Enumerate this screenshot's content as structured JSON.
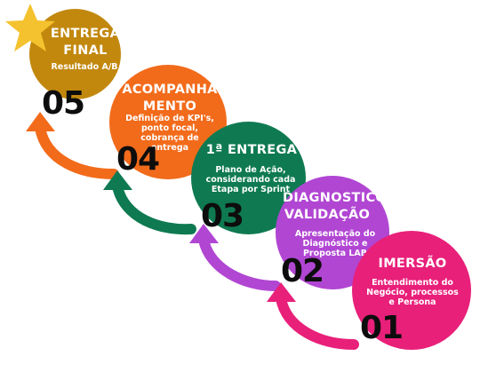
{
  "colors": {
    "step01": "#e8207a",
    "step02": "#b146d3",
    "step03": "#0f7a52",
    "step04": "#f26b1b",
    "step05": "#c2880e",
    "star": "#f4c22e",
    "number": "#0d0d0d",
    "text": "#ffffff"
  },
  "steps": [
    {
      "number": "01",
      "title": "IMERSÃO",
      "description": "Entendimento do Negócio, processos e Persona"
    },
    {
      "number": "02",
      "title": "DIAGNOSTICO VALIDAÇÃO",
      "description": "Apresentação do Diagnóstico e Proposta LAB"
    },
    {
      "number": "03",
      "title": "1ª ENTREGA",
      "description": "Plano de Ação, considerando cada Etapa por Sprint"
    },
    {
      "number": "04",
      "title": "ACOMPANHA MENTO",
      "description": "Definição de KPI's, ponto focal, cobrança de entrega"
    },
    {
      "number": "05",
      "title": "ENTREGA FINAL",
      "description": "Resultado A/B"
    }
  ]
}
